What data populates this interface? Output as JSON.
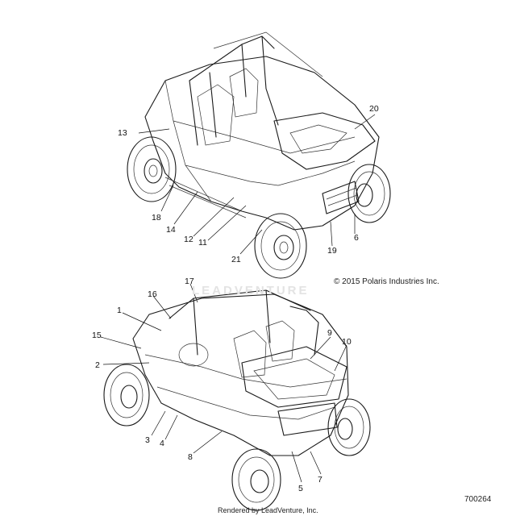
{
  "copyright": "© 2015 Polaris Industries Inc.",
  "watermark": "LEADVENTURE",
  "part_number": "700264",
  "rendered_by": "Rendered by LeadVenture, Inc.",
  "callouts": {
    "c1": "1",
    "c2": "2",
    "c3": "3",
    "c4": "4",
    "c5": "5",
    "c6": "6",
    "c7": "7",
    "c8": "8",
    "c9": "9",
    "c10": "10",
    "c11": "11",
    "c12": "12",
    "c13": "13",
    "c14": "14",
    "c15": "15",
    "c16": "16",
    "c17": "17",
    "c18": "18",
    "c19": "19",
    "c20": "20",
    "c21": "21"
  }
}
